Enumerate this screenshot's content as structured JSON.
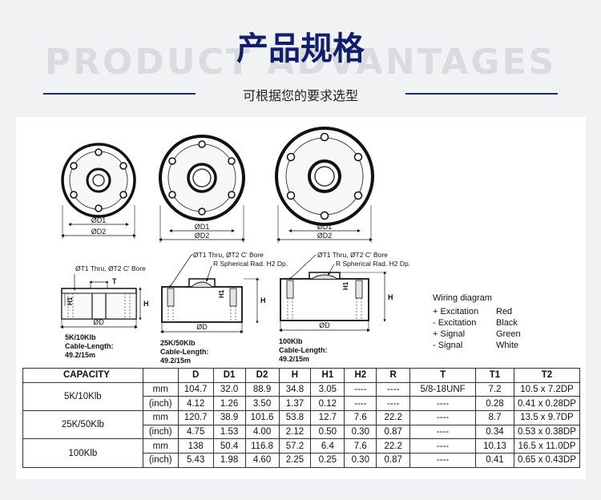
{
  "header": {
    "title": "产品规格",
    "background_word": "PRODUCT ADVANTAGES",
    "subtitle": "可根据您的要求选型"
  },
  "drawing": {
    "top_labels": {
      "d1": "ØD1",
      "d2": "ØD2"
    },
    "side_labels": {
      "thru_bore": "ØT1 Thru, ØT2 C' Bore",
      "spherical": "R Spherical Rad. H2 Dp.",
      "t": "T",
      "h": "H",
      "h1": "H1",
      "d": "ØD"
    },
    "models": [
      {
        "name": "5K/10Klb",
        "cable_label": "Cable-Length:",
        "cable_value": "49.2/15m"
      },
      {
        "name": "25K/50Klb",
        "cable_label": "Cable-Length:",
        "cable_value": "49.2/15m"
      },
      {
        "name": "100Klb",
        "cable_label": "Cable-Length:",
        "cable_value": "49.2/15m"
      }
    ],
    "wiring": {
      "title": "Wiring diagram",
      "rows": [
        {
          "signal": "+ Excitation",
          "color": "Red"
        },
        {
          "signal": "- Excitation",
          "color": "Black"
        },
        {
          "signal": "+ Signal",
          "color": "Green"
        },
        {
          "signal": "- Signal",
          "color": "White"
        }
      ]
    }
  },
  "table": {
    "headers": [
      "CAPACITY",
      "",
      "D",
      "D1",
      "D2",
      "H",
      "H1",
      "H2",
      "R",
      "T",
      "T1",
      "T2"
    ],
    "groups": [
      {
        "capacity": "5K/10Klb",
        "rows": [
          [
            "mm",
            "104.7",
            "32.0",
            "88.9",
            "34.8",
            "3.05",
            "----",
            "----",
            "5/8-18UNF",
            "7.2",
            "10.5 x 7.2DP"
          ],
          [
            "(inch)",
            "4.12",
            "1.26",
            "3.50",
            "1.37",
            "0.12",
            "----",
            "----",
            "----",
            "0.28",
            "0.41 x 0.28DP"
          ]
        ]
      },
      {
        "capacity": "25K/50Klb",
        "rows": [
          [
            "mm",
            "120.7",
            "38.9",
            "101.6",
            "53.8",
            "12.7",
            "7.6",
            "22.2",
            "----",
            "8.7",
            "13.5 x 9.7DP"
          ],
          [
            "(inch)",
            "4.75",
            "1.53",
            "4.00",
            "2.12",
            "0.50",
            "0.30",
            "0.87",
            "----",
            "0.34",
            "0.53 x 0.38DP"
          ]
        ]
      },
      {
        "capacity": "100Klb",
        "rows": [
          [
            "mm",
            "138",
            "50.4",
            "116.8",
            "57.2",
            "6.4",
            "7.6",
            "22.2",
            "----",
            "10.13",
            "16.5 x 11.0DP"
          ],
          [
            "(inch)",
            "5.43",
            "1.98",
            "4.60",
            "2.25",
            "0.25",
            "0.30",
            "0.87",
            "----",
            "0.41",
            "0.65 x 0.43DP"
          ]
        ]
      }
    ]
  },
  "colors": {
    "title": "#111e6c",
    "rule": "#1f2d6e",
    "background_word": "#d9dbe0",
    "page_background": "#f1f2f4"
  }
}
